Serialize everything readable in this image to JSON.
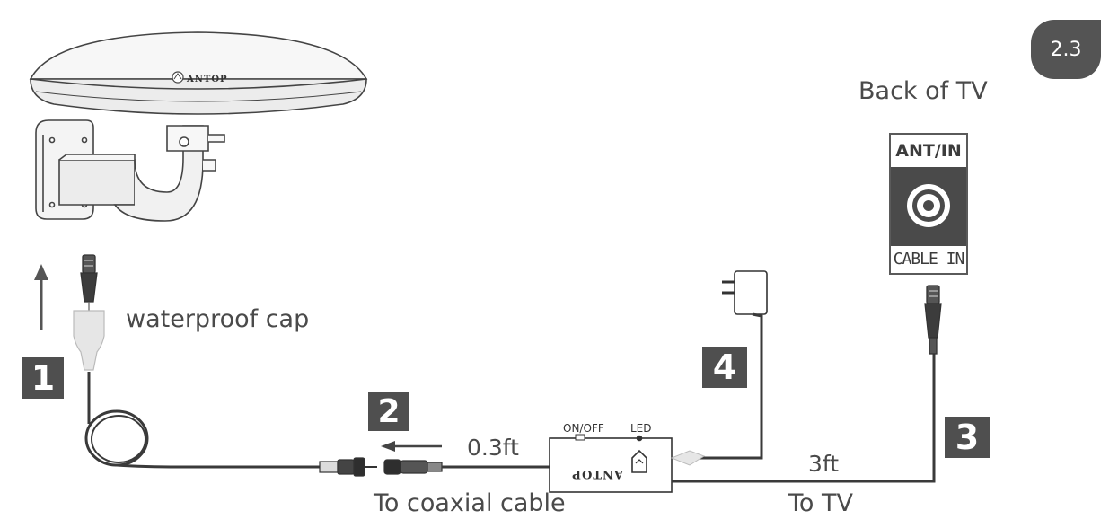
{
  "page": {
    "number": "2.3"
  },
  "tv": {
    "title": "Back of TV",
    "port_top": "ANT/IN",
    "port_bottom": "CABLE IN"
  },
  "antenna": {
    "brand": "ANTOP"
  },
  "amplifier": {
    "brand": "ANTOP",
    "switch_label": "ON/OFF",
    "led_label": "LED"
  },
  "labels": {
    "waterproof_cap": "waterproof cap",
    "to_coaxial": "To coaxial cable",
    "to_tv": "To TV",
    "length_short": "0.3ft",
    "length_long": "3ft"
  },
  "steps": [
    "1",
    "2",
    "3",
    "4"
  ],
  "colors": {
    "badge": "#545454",
    "step": "#4f4f4f",
    "line": "#3a3a3a",
    "text": "#4a4a4a"
  }
}
